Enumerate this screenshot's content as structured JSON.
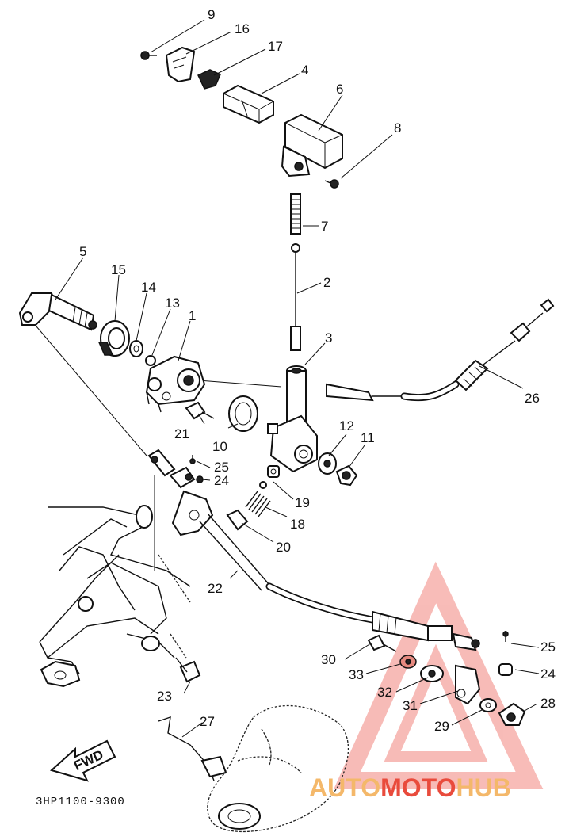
{
  "diagram": {
    "drawing_code": "3HP1100-9300",
    "fwd_label": "FWD",
    "callouts": [
      "1",
      "2",
      "3",
      "4",
      "5",
      "6",
      "7",
      "8",
      "9",
      "10",
      "11",
      "12",
      "13",
      "14",
      "15",
      "16",
      "17",
      "18",
      "19",
      "20",
      "21",
      "22",
      "23",
      "24",
      "25",
      "26",
      "27",
      "28",
      "29",
      "30",
      "31",
      "32",
      "33",
      "24",
      "25"
    ]
  },
  "watermark": {
    "text": "AUTOMOTOHUB",
    "colors": {
      "auto": "#f4b86a",
      "moto": "#e94b3c",
      "hub": "#f4b86a",
      "triangle": "#f08a82"
    }
  }
}
